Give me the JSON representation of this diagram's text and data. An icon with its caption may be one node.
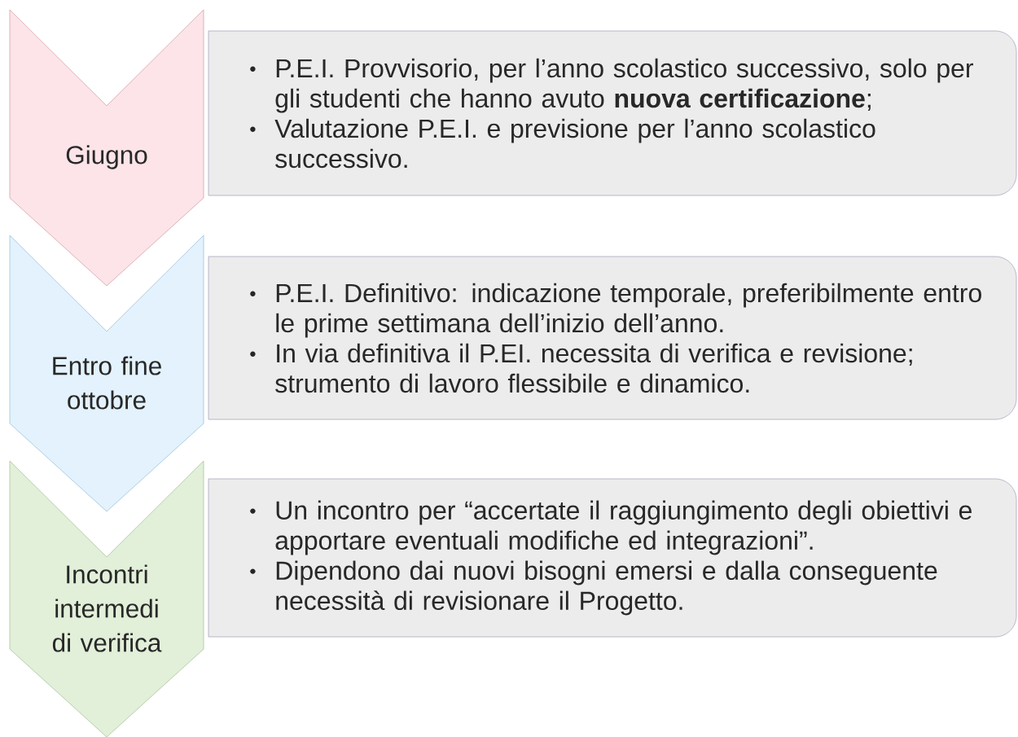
{
  "diagram": {
    "nodes": [
      {
        "text": [
          "Giugno"
        ]
      },
      {
        "text": [
          "P.E.I. Provvisorio, per l’anno scolastico successivo, solo per gli studenti che hanno avuto **nuova certificazione**;",
          "Valutazione P.E.I. e previsione per l’anno scolastico successivo."
        ]
      },
      {
        "text": [
          "Entro fine ottobre"
        ]
      },
      {
        "text": [
          "P.E.I. Definitivo: indicazione temporale, preferibilmente entro le prime settimana dell’inizio dell’anno.",
          "In via definitiva il P.EI. necessita di verifica e revisione; strumento di lavoro flessibile e dinamico."
        ]
      },
      {
        "text": [
          "Incontri intermedi di verifica"
        ]
      },
      {
        "text": [
          "Un incontro per “accertate il raggiungimento degli obiettivi e apportare eventuali modifiche ed integrazioni”.",
          "Dipendono dai nuovi bisogni emersi e dalla conseguente necessità di revisionare il Progetto."
        ]
      }
    ]
  }
}
